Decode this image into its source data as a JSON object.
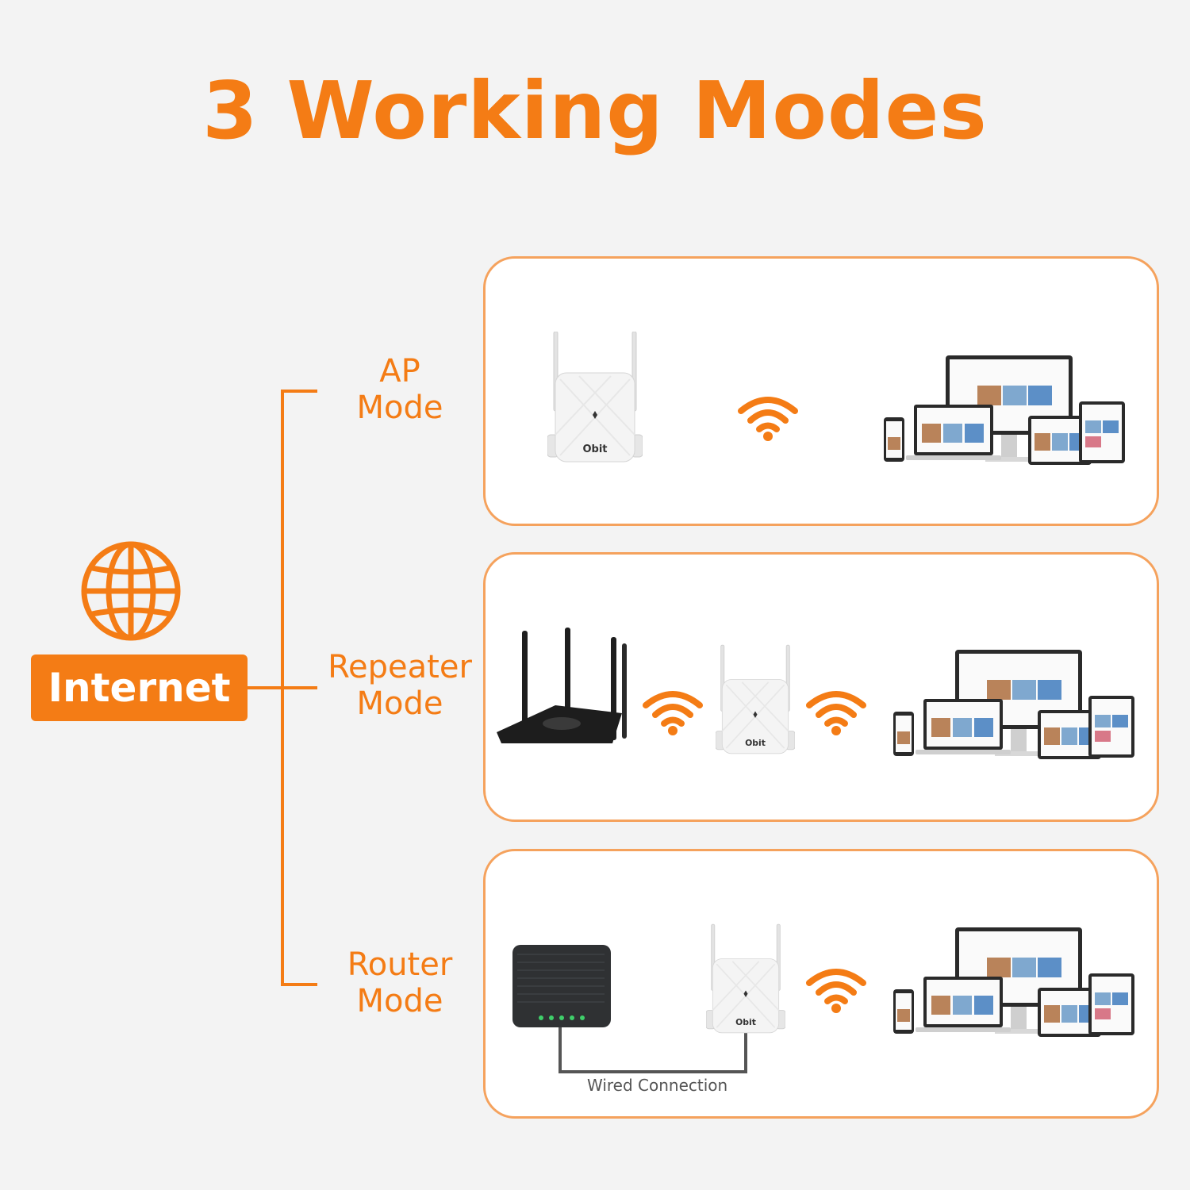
{
  "title": "3 Working Modes",
  "internet": {
    "label": "Internet",
    "icon": "globe-icon"
  },
  "colors": {
    "accent": "#f47c15",
    "panel_border": "#f5a25d",
    "background": "#f3f3f3"
  },
  "modes": [
    {
      "label_line1": "AP",
      "label_line2": "Mode",
      "devices": [
        "repeater-icon",
        "wifi-icon",
        "devices-icon"
      ]
    },
    {
      "label_line1": "Repeater",
      "label_line2": "Mode",
      "devices": [
        "router-icon",
        "wifi-icon",
        "repeater-icon",
        "wifi-icon",
        "devices-icon"
      ]
    },
    {
      "label_line1": "Router",
      "label_line2": "Mode",
      "devices": [
        "modem-icon",
        "repeater-icon",
        "wifi-icon",
        "devices-icon"
      ],
      "connection_label": "Wired Connection"
    }
  ],
  "brand": "Obit"
}
